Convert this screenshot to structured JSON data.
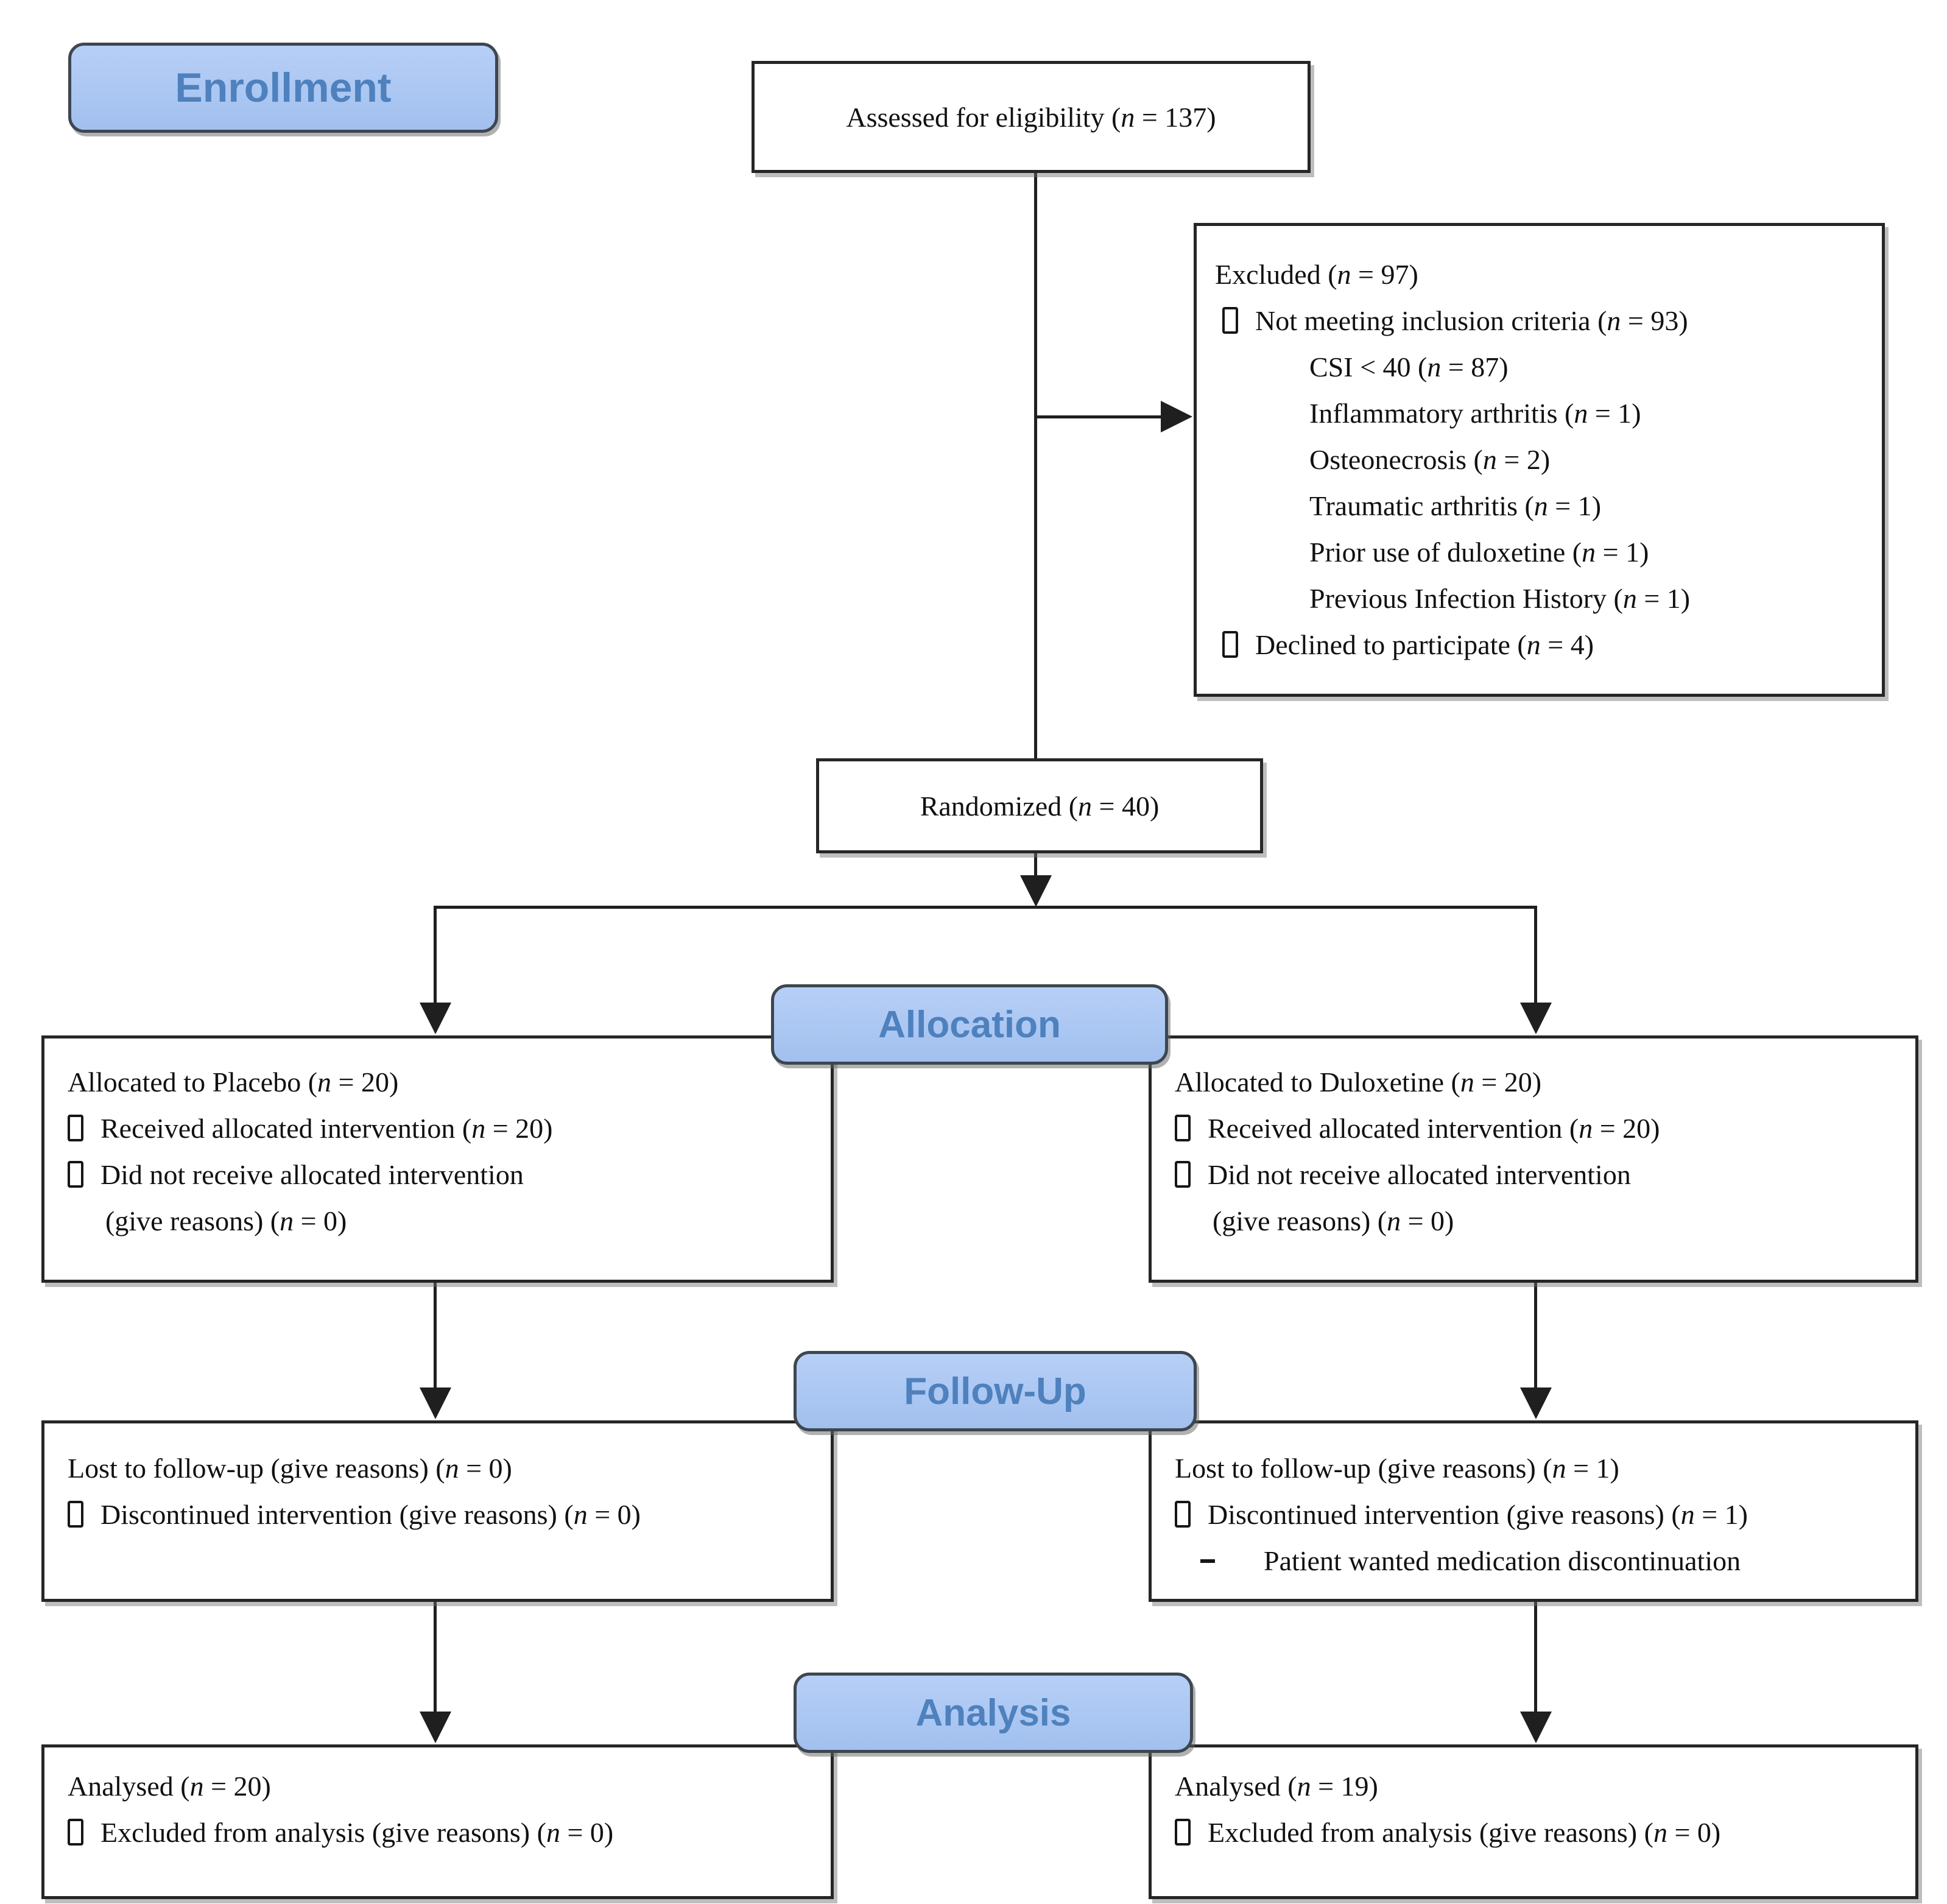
{
  "labels": {
    "enrollment": "Enrollment",
    "allocation": "Allocation",
    "followup": "Follow-Up",
    "analysis": "Analysis"
  },
  "boxes": {
    "assessed": {
      "text": "Assessed for eligibility (n = 137)"
    },
    "excluded": {
      "lines": [
        {
          "text": "Excluded (n = 97)"
        },
        {
          "text": "Not meeting inclusion criteria (n = 93)"
        },
        {
          "text": "CSI < 40 (n = 87)"
        },
        {
          "text": "Inflammatory arthritis (n = 1)"
        },
        {
          "text": "Osteonecrosis (n = 2)"
        },
        {
          "text": "Traumatic arthritis (n = 1)"
        },
        {
          "text": "Prior use of duloxetine (n = 1)"
        },
        {
          "text": "Previous Infection History (n = 1)"
        },
        {
          "text": "Declined to participate (n = 4)"
        }
      ]
    },
    "randomized": {
      "text": "Randomized (n = 40)"
    },
    "alloc_left": {
      "lines": [
        {
          "text": "Allocated to Placebo (n = 20)"
        },
        {
          "text": "Received allocated intervention (n = 20)"
        },
        {
          "text": "Did not receive allocated intervention"
        },
        {
          "text": "(give reasons) (n = 0)"
        }
      ]
    },
    "alloc_right": {
      "lines": [
        {
          "text": "Allocated to Duloxetine (n = 20)"
        },
        {
          "text": "Received allocated intervention (n = 20)"
        },
        {
          "text": "Did not receive allocated intervention"
        },
        {
          "text": "(give reasons) (n = 0)"
        }
      ]
    },
    "fu_left": {
      "lines": [
        {
          "text": "Lost to follow-up (give reasons) (n = 0)"
        },
        {
          "text": "Discontinued intervention (give reasons) (n = 0)"
        }
      ]
    },
    "fu_right": {
      "lines": [
        {
          "text": "Lost to follow-up (give reasons) (n = 1)"
        },
        {
          "text": "Discontinued intervention (give reasons) (n = 1)"
        },
        {
          "text": "Patient wanted medication discontinuation"
        }
      ]
    },
    "an_left": {
      "lines": [
        {
          "text": "Analysed (n = 20)"
        },
        {
          "text": "Excluded from analysis (give reasons) (n = 0)"
        }
      ]
    },
    "an_right": {
      "lines": [
        {
          "text": "Analysed (n = 19)"
        },
        {
          "text": "Excluded from analysis (give reasons) (n = 0)"
        }
      ]
    }
  },
  "colors": {
    "background": "#FFFFFF",
    "box_border": "#262626",
    "line": "#1F1F1F",
    "label_fill": "#A9C7F2",
    "label_border": "#3E464F",
    "label_text": "#4E81BD"
  }
}
